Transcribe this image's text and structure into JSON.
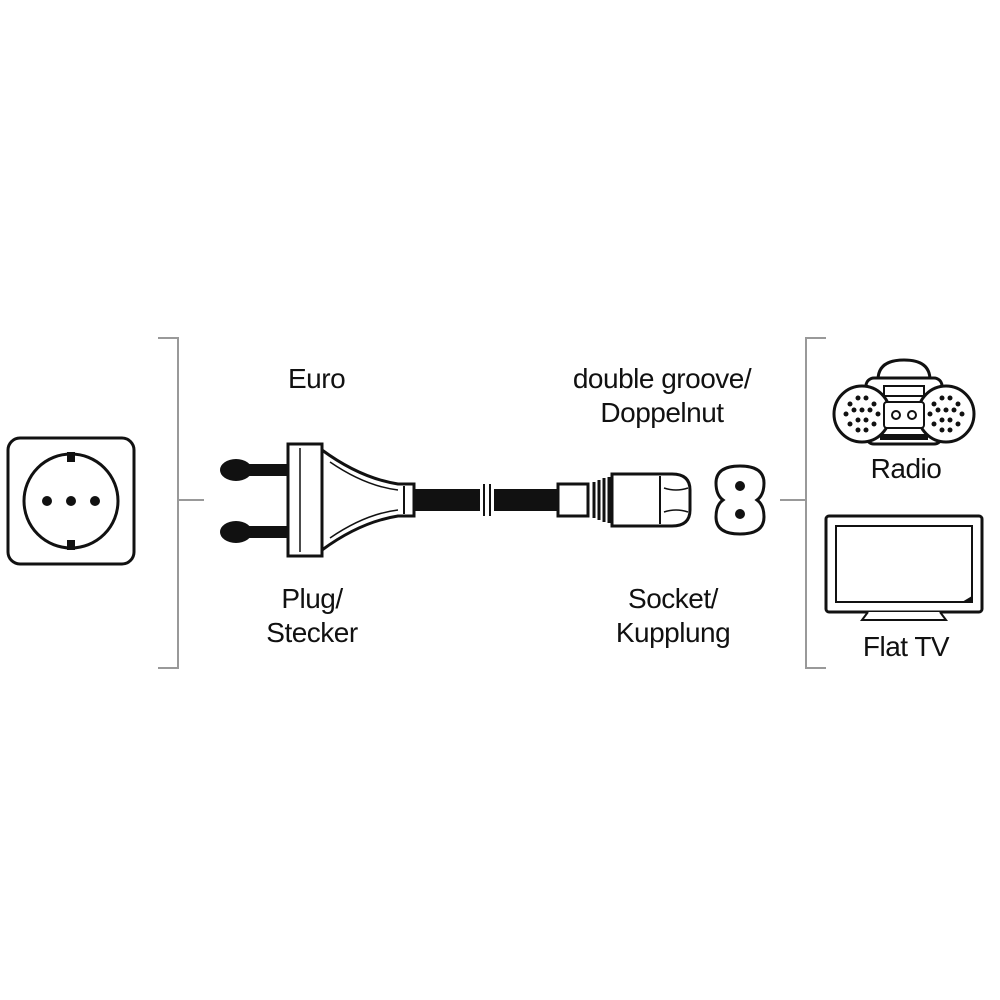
{
  "labels": {
    "euro": "Euro",
    "double_groove_line1": "double groove/",
    "double_groove_line2": "Doppelnut",
    "plug_line1": "Plug/",
    "plug_line2": "Stecker",
    "socket_line1": "Socket/",
    "socket_line2": "Kupplung",
    "radio": "Radio",
    "flat_tv": "Flat TV"
  },
  "icons": [
    "wall-socket-icon",
    "euro-plug-icon",
    "cable-icon",
    "connector-socket-icon",
    "figure-8-outlet-icon",
    "radio-icon",
    "flat-tv-icon"
  ],
  "colors": {
    "line": "#111111",
    "background": "#ffffff",
    "bracket": "#999999"
  }
}
